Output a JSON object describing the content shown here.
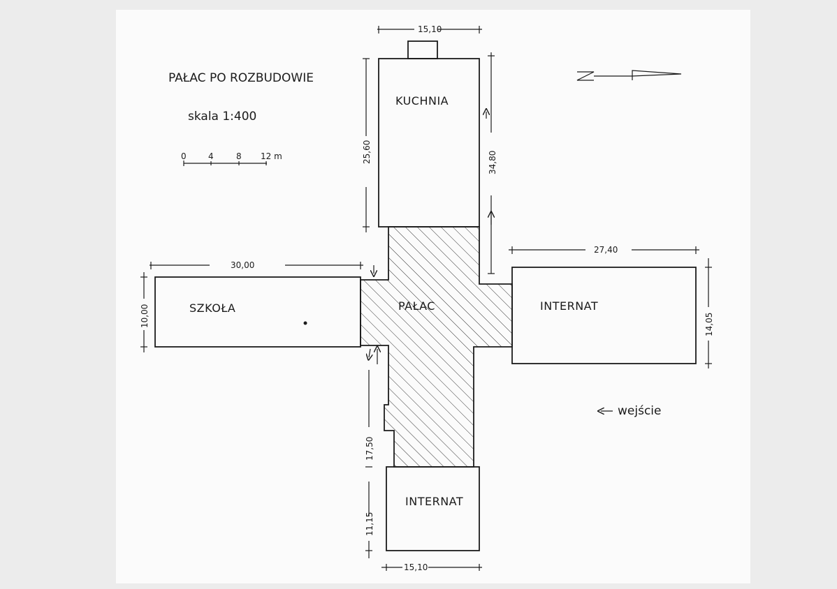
{
  "title": "PAŁAC PO ROZBUDOWIE",
  "scale": "skala 1:400",
  "scale_bar": {
    "ticks": [
      "0",
      "4",
      "8",
      "12 m"
    ]
  },
  "rooms": {
    "kitchen": "KUCHNIA",
    "school": "SZKOŁA",
    "palace": "PAŁAC",
    "internat_east": "INTERNAT",
    "internat_south": "INTERNAT"
  },
  "dimensions": {
    "top_width": "15,10",
    "kitchen_left": "25,60",
    "kitchen_right": "34,80",
    "school_width": "30,00",
    "school_height": "10,00",
    "internat_east_width": "27,40",
    "internat_east_height": "14,05",
    "palace_south": "17,50",
    "internat_south_height": "11,15",
    "bottom_width": "15,10"
  },
  "entrance_label": "wejście",
  "colors": {
    "line": "#1b1b1b",
    "paper": "#fbfbfb",
    "background": "#ececec"
  }
}
